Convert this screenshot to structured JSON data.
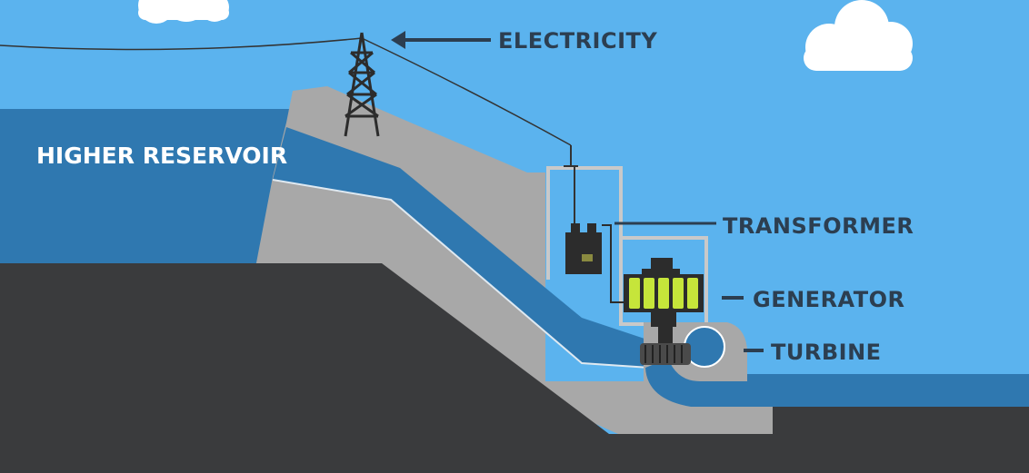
{
  "labels": {
    "reservoir": "HIGHER RESERVOIR",
    "electricity": "ELECTRICITY",
    "transformer": "TRANSFORMER",
    "generator": "GENERATOR",
    "turbine": "TURBINE"
  },
  "colors": {
    "sky": "#5bb3ee",
    "water": "#2f78b0",
    "water_light": "#3a86c1",
    "dam": "#a8a8a8",
    "ground": "#3a3b3d",
    "label": "#2c3e50",
    "generator_coils": "#c6e53a",
    "structure_lines": "#cfcfcf"
  }
}
